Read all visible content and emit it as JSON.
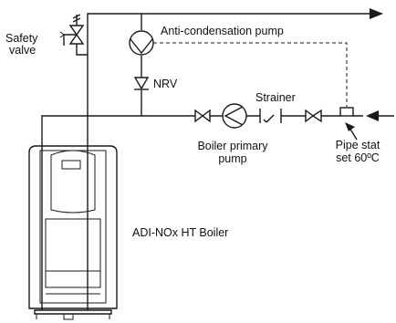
{
  "labels": {
    "safety_valve_line1": "Safety",
    "safety_valve_line2": "valve",
    "anti_condensation_pump": "Anti-condensation pump",
    "nrv": "NRV",
    "strainer": "Strainer",
    "boiler_primary_pump_line1": "Boiler primary",
    "boiler_primary_pump_line2": "pump",
    "pipe_stat_line1": "Pipe stat",
    "pipe_stat_line2": "set 60ºC",
    "boiler": "ADI-NOx HT Boiler"
  },
  "colors": {
    "line": "#1a1a1a",
    "boiler_body": "#ffffff",
    "background": "#ffffff"
  }
}
